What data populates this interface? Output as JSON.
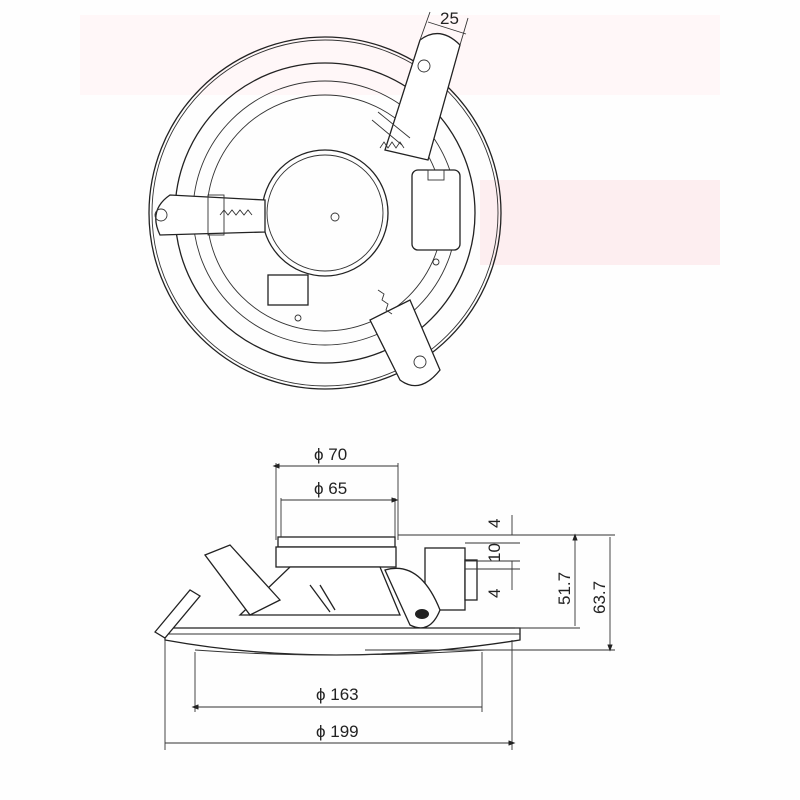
{
  "drawing": {
    "top_view": {
      "tab_width": "25"
    },
    "side_view": {
      "cone_outer_diameter": "ϕ 70",
      "cone_inner_diameter": "ϕ 65",
      "height_top_gap": "4",
      "height_ring": "10",
      "height_bottom_gap": "4",
      "body_height": "51.7",
      "total_height": "63.7",
      "cutout_diameter": "ϕ 163",
      "outer_diameter": "ϕ 199"
    },
    "colors": {
      "line": "#222222",
      "watermark": "#fbe3e6"
    }
  }
}
